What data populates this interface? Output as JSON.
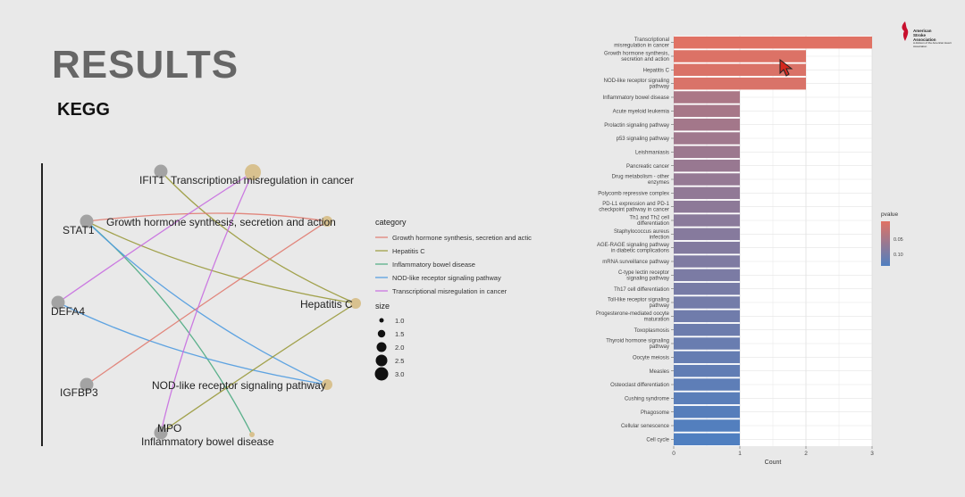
{
  "slide": {
    "title": "RESULTS",
    "subtitle": "KEGG"
  },
  "logo": {
    "line1": "American",
    "line2": "Stroke",
    "line3": "Association",
    "small": "A division of the American Heart Association",
    "color": "#c8102e"
  },
  "cnet": {
    "genes": [
      {
        "id": "IFIT1",
        "label": "IFIT1"
      },
      {
        "id": "STAT1",
        "label": "STAT1"
      },
      {
        "id": "DEFA4",
        "label": "DEFA4"
      },
      {
        "id": "IGFBP3",
        "label": "IGFBP3"
      },
      {
        "id": "MPO",
        "label": "MPO"
      }
    ],
    "terms": [
      {
        "id": "tmc",
        "label": "Transcriptional misregulation in cancer"
      },
      {
        "id": "gh",
        "label": "Growth hormone synthesis, secretion and action"
      },
      {
        "id": "hc",
        "label": "Hepatitis C"
      },
      {
        "id": "nod",
        "label": "NOD-like receptor signaling pathway"
      },
      {
        "id": "ibd",
        "label": "Inflammatory bowel disease"
      }
    ],
    "edges": [
      {
        "gene": "IFIT1",
        "term": "hc"
      },
      {
        "gene": "STAT1",
        "term": "gh"
      },
      {
        "gene": "STAT1",
        "term": "hc"
      },
      {
        "gene": "STAT1",
        "term": "ibd"
      },
      {
        "gene": "STAT1",
        "term": "nod"
      },
      {
        "gene": "DEFA4",
        "term": "tmc"
      },
      {
        "gene": "DEFA4",
        "term": "nod"
      },
      {
        "gene": "IGFBP3",
        "term": "gh"
      },
      {
        "gene": "MPO",
        "term": "tmc"
      },
      {
        "gene": "MPO",
        "term": "hc"
      }
    ],
    "legend": {
      "category_title": "category",
      "categories": [
        {
          "id": "gh",
          "label": "Growth hormone synthesis, secretion and actic",
          "color": "#e07b70"
        },
        {
          "id": "hc",
          "label": "Hepatitis C",
          "color": "#9a9a3c"
        },
        {
          "id": "ibd",
          "label": "Inflammatory bowel disease",
          "color": "#4dab82"
        },
        {
          "id": "nod",
          "label": "NOD-like receptor signaling pathway",
          "color": "#4f9be0"
        },
        {
          "id": "tmc",
          "label": "Transcriptional misregulation in cancer",
          "color": "#c86ee0"
        }
      ],
      "size_title": "size",
      "sizes": [
        "1.0",
        "1.5",
        "2.0",
        "2.5",
        "3.0"
      ]
    },
    "gene_color": "#a3a3a3",
    "term_color": "#d8c18f"
  },
  "chart_data": {
    "type": "bar",
    "orientation": "horizontal",
    "categories": [
      "Transcriptional\nmisregulation in cancer",
      "Growth hormone synthesis,\nsecretion and action",
      "Hepatitis C",
      "NOD-like receptor signaling\npathway",
      "Inflammatory bowel disease",
      "Acute myeloid leukemia",
      "Prolactin signaling pathway",
      "p53 signaling pathway",
      "Leishmaniasis",
      "Pancreatic cancer",
      "Drug metabolism - other\nenzymes",
      "Polycomb repressive complex",
      "PD-L1 expression and PD-1\ncheckpoint pathway in cancer",
      "Th1 and Th2 cell\ndifferentiation",
      "Staphylococcus aureus\ninfection",
      "AGE-RAGE signaling pathway\nin diabetic complications",
      "mRNA surveillance pathway",
      "C-type lectin receptor\nsignaling pathway",
      "Th17 cell differentiation",
      "Toll-like receptor signaling\npathway",
      "Progesterone-mediated oocyte\nmaturation",
      "Toxoplasmosis",
      "Thyroid hormone signaling\npathway",
      "Oocyte meiosis",
      "Measles",
      "Osteoclast differentiation",
      "Cushing syndrome",
      "Phagosome",
      "Cellular senescence",
      "Cell cycle"
    ],
    "values": [
      3,
      2,
      2,
      2,
      1,
      1,
      1,
      1,
      1,
      1,
      1,
      1,
      1,
      1,
      1,
      1,
      1,
      1,
      1,
      1,
      1,
      1,
      1,
      1,
      1,
      1,
      1,
      1,
      1,
      1
    ],
    "pvalue": [
      0.001,
      0.003,
      0.004,
      0.005,
      0.03,
      0.032,
      0.034,
      0.036,
      0.038,
      0.04,
      0.042,
      0.044,
      0.046,
      0.048,
      0.05,
      0.052,
      0.054,
      0.056,
      0.058,
      0.06,
      0.062,
      0.064,
      0.066,
      0.068,
      0.07,
      0.072,
      0.074,
      0.076,
      0.078,
      0.08
    ],
    "xlabel": "Count",
    "ylabel": "",
    "xlim": [
      0,
      3
    ],
    "xticks": [
      "0",
      "1",
      "2",
      "3"
    ],
    "grid": true,
    "color_legend": {
      "title": "pvalue",
      "ticks": [
        "0.05",
        "0.10"
      ],
      "low_color": "#e07264",
      "high_color": "#4f7fc0"
    }
  }
}
